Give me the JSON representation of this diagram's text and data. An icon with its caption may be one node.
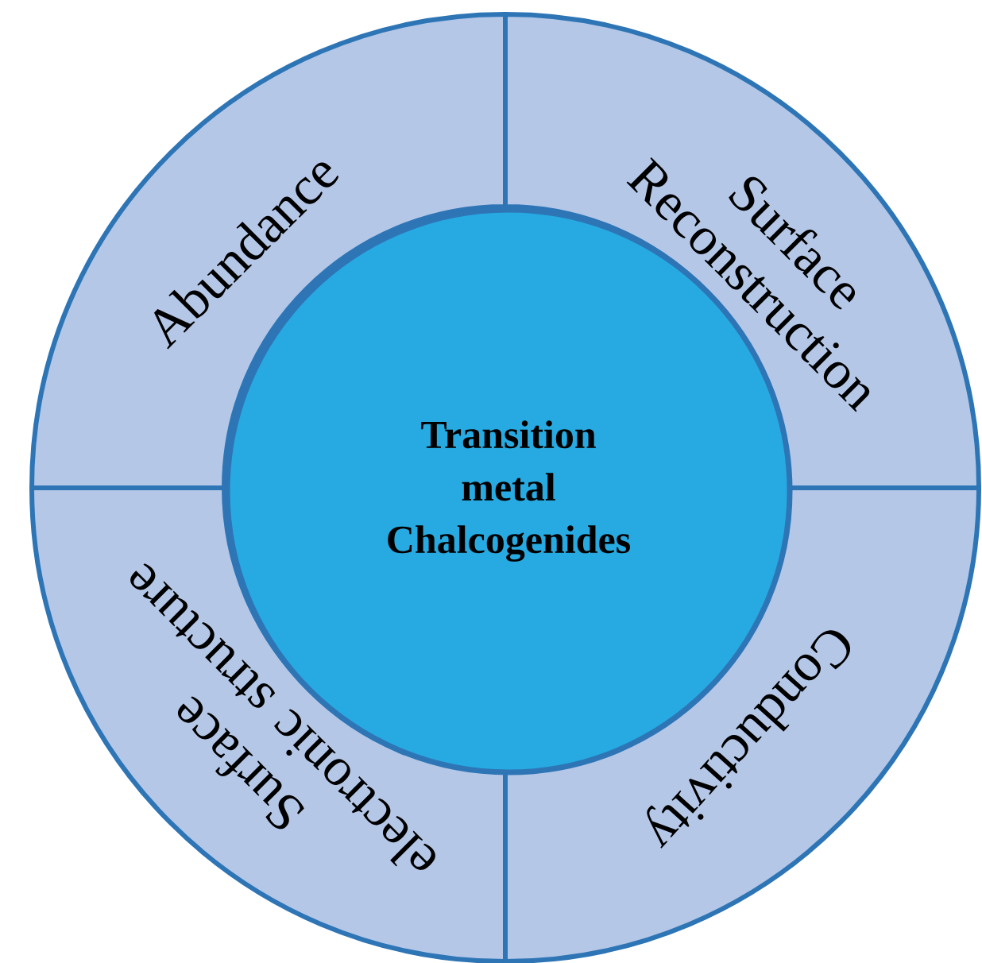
{
  "diagram": {
    "nodes": [
      {
        "text": [
          "Transition metal Chalcogenides"
        ]
      },
      {
        "text": [
          "Abundance"
        ]
      },
      {
        "text": [
          "Surface Reconstruction"
        ]
      },
      {
        "text": [
          "Surface electronic structure"
        ]
      },
      {
        "text": [
          "Conductivity"
        ]
      }
    ]
  }
}
